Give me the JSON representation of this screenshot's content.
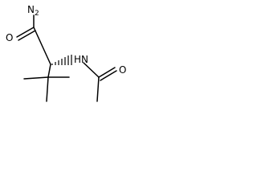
{
  "molecule": {
    "atoms": {
      "amide_n": {
        "element": "N",
        "hydrogens": "2"
      },
      "amide_o": {
        "element": "O"
      },
      "acetamido_n": {
        "element": "N",
        "hydrogens": "H"
      },
      "acetyl_o": {
        "element": "O"
      }
    },
    "colors": {
      "bond": "#000000",
      "label": "#000000",
      "background": "#ffffff"
    }
  }
}
